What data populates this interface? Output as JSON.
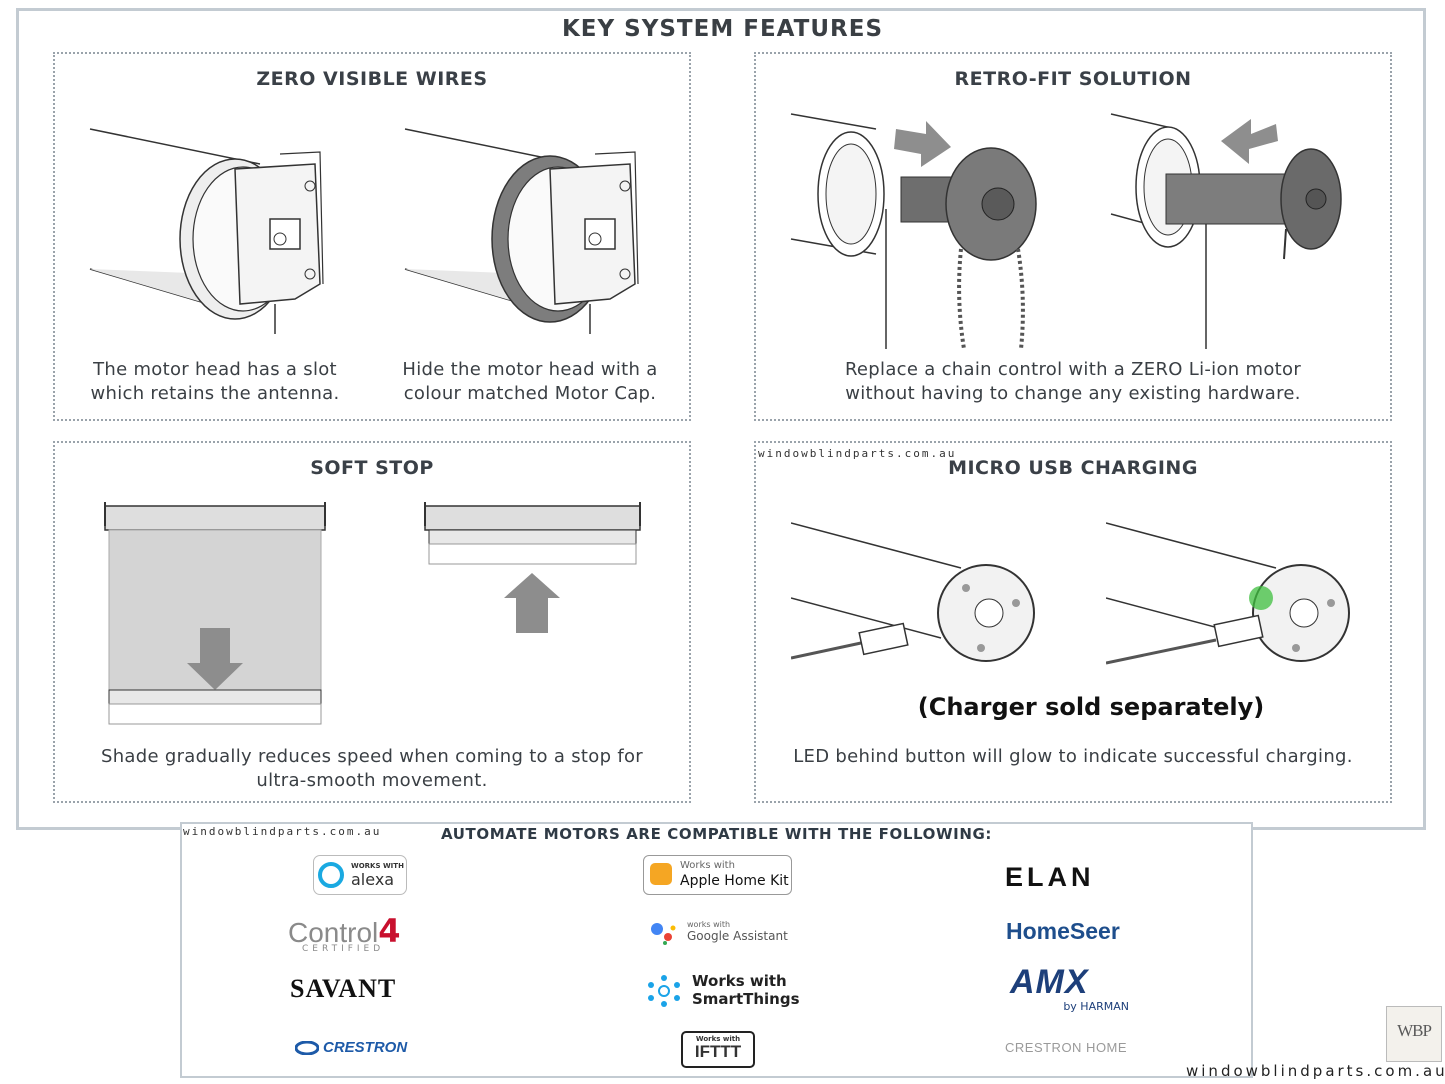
{
  "title": "KEY SYSTEM FEATURES",
  "panels": {
    "zero_wires": {
      "title": "ZERO VISIBLE WIRES",
      "caption_left_1": "The motor head has a slot",
      "caption_left_2": "which retains the antenna.",
      "caption_right_1": "Hide the motor head with a",
      "caption_right_2": "colour matched Motor Cap."
    },
    "retrofit": {
      "title": "RETRO-FIT SOLUTION",
      "caption_1": "Replace a chain control with a ZERO Li-ion motor",
      "caption_2": "without having to change any existing hardware."
    },
    "soft_stop": {
      "title": "SOFT STOP",
      "caption_1": "Shade gradually reduces speed when coming to a stop for",
      "caption_2": "ultra-smooth movement."
    },
    "usb": {
      "title": "MICRO USB CHARGING",
      "note": "(Charger sold separately)",
      "caption": "LED behind button will glow to indicate successful charging.",
      "watermark": "windowblindparts.com.au"
    }
  },
  "compat": {
    "title": "AUTOMATE MOTORS ARE COMPATIBLE WITH THE FOLLOWING:",
    "watermark": "windowblindparts.com.au",
    "alexa_top": "WORKS WITH",
    "alexa_name": "alexa",
    "homekit_top": "Works with",
    "homekit_name": "Apple Home Kit",
    "elan": "ELAN",
    "control4": "Control",
    "control4_num": "4",
    "control4_sub": "CERTIFIED",
    "google_top": "works with",
    "google_name": "Google Assistant",
    "homeseer": "HomeSeer",
    "savant": "SAVANT",
    "smartthings_1": "Works with",
    "smartthings_2": "SmartThings",
    "amx": "AMX",
    "amx_sub": "by HARMAN",
    "crestron": "CRESTRON",
    "ifttt_top": "Works with",
    "ifttt_name": "IFTTT",
    "crestron_home": "CRESTRON HOME"
  },
  "footer": {
    "url": "windowblindparts.com.au",
    "logo_text": "WBP"
  },
  "colors": {
    "frame": "#c3cbd2",
    "panel_border": "#9aa3ab",
    "led_green": "#3fbf3f",
    "alexa_blue": "#1aa9e1",
    "crestron_blue": "#1d5aa8",
    "homeseer_blue": "#1e4e8c",
    "control4_red": "#c8102e"
  }
}
